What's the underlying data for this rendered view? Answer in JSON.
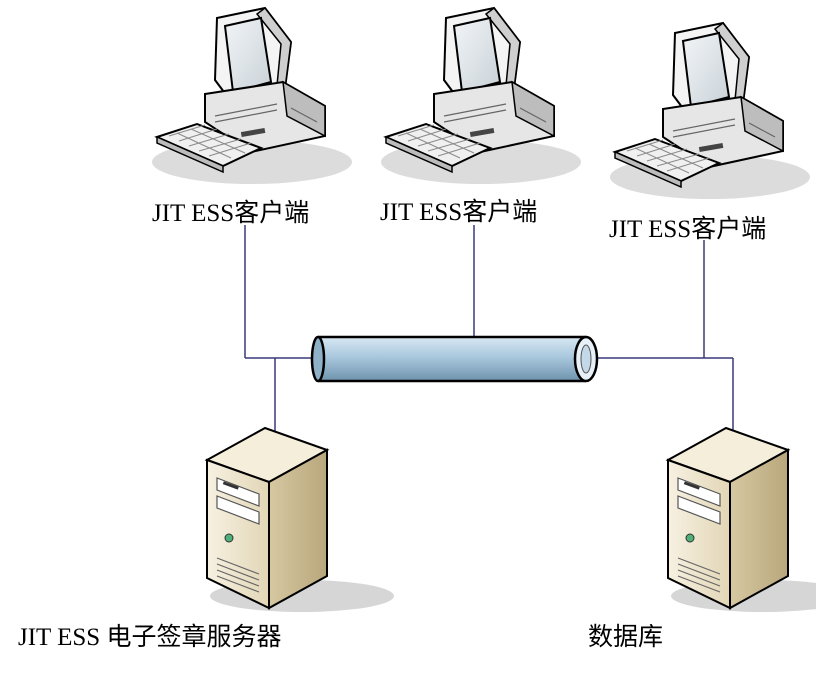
{
  "nodes": {
    "client_1": {
      "label": "JIT ESS客户端",
      "icon": "desktop-computer"
    },
    "client_2": {
      "label": "JIT ESS客户端",
      "icon": "desktop-computer"
    },
    "client_3": {
      "label": "JIT ESS客户端",
      "icon": "desktop-computer"
    },
    "server": {
      "label": "JIT ESS 电子签章服务器",
      "icon": "tower-server"
    },
    "database": {
      "label": "数据库",
      "icon": "tower-server"
    }
  },
  "network": {
    "icon": "network-bus-cylinder"
  },
  "colors": {
    "connection_line": "#3a3a7a",
    "bus_fill": "#a9c8de",
    "server_body": "#ede4cc",
    "monitor_body": "#eaeaea"
  }
}
